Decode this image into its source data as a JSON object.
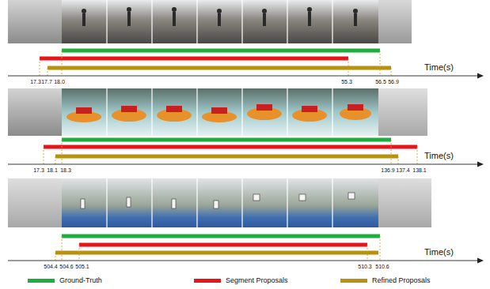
{
  "diagram": {
    "labels": [
      "17.3",
      "17.7",
      "18.0",
      "55.3",
      "56.5",
      "56.9",
      "Time(s)",
      "17.3",
      "18.1",
      "18.3",
      "136.9",
      "137.4",
      "138.1",
      "Time(s)",
      "504.4",
      "504.6",
      "505.1",
      "510.3",
      "510.6",
      "Time(s)"
    ],
    "legend": [
      {
        "text": "Ground-Truth",
        "color": "#1fae3e"
      },
      {
        "text": "Segment Proposals",
        "color": "#e8141a"
      },
      {
        "text": "Refined Proposals",
        "color": "#b8920c"
      }
    ]
  }
}
